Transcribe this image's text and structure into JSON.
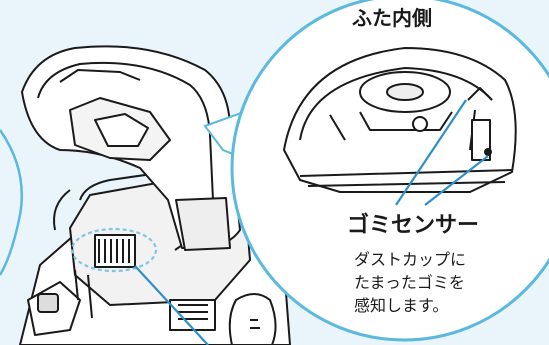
{
  "callout": {
    "title": "ふた内側",
    "sensor_label": "ゴミセンサー",
    "description_lines": [
      "ダストカップに",
      "たまったゴミを",
      "感知します。"
    ]
  },
  "colors": {
    "background": "#e9f5fb",
    "callout_fill": "#ffffff",
    "callout_stroke": "#5bb8de",
    "leader_line": "#2e8fca",
    "sensor_highlight": "#7ec6e6",
    "line_art": "#1a1a1a"
  }
}
